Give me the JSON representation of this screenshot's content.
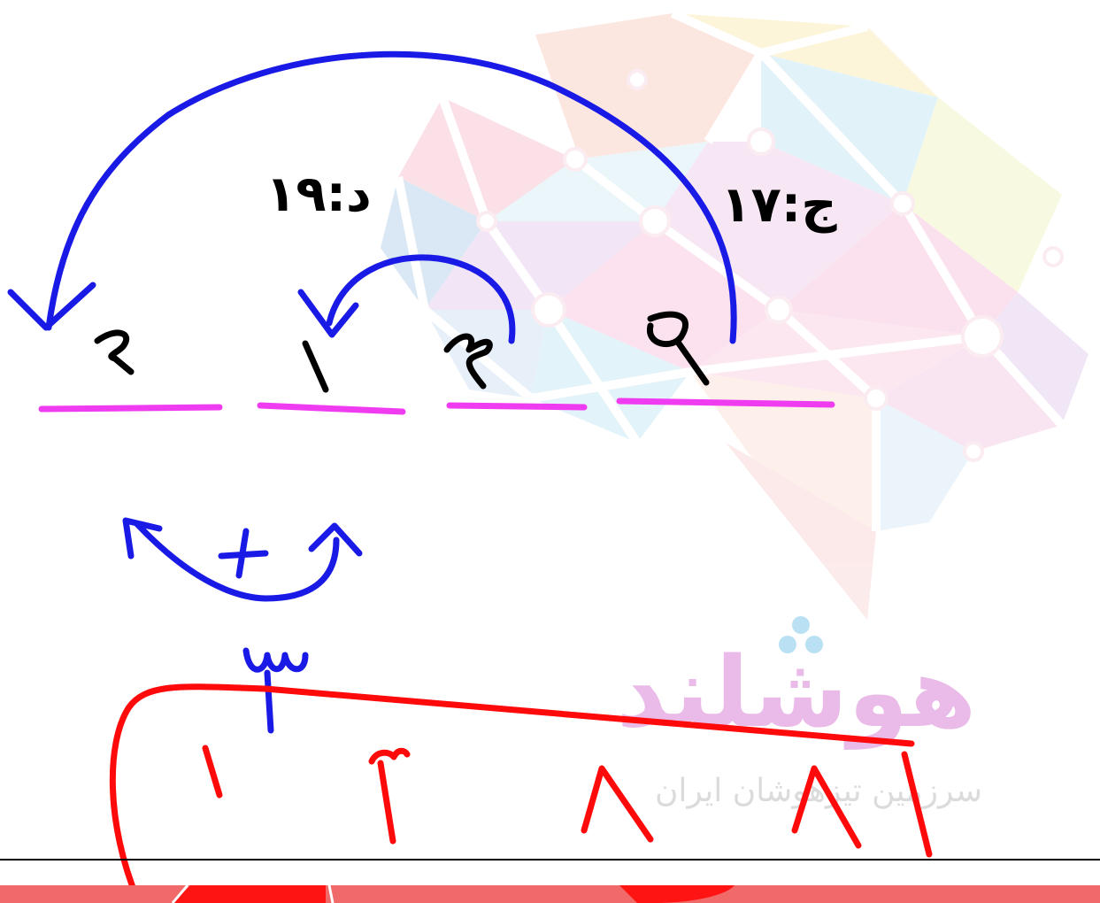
{
  "labels": {
    "left": "د:۱۹",
    "right": "ج:۱۷"
  },
  "digits_top": [
    "۲",
    "۱",
    "۴",
    "۹"
  ],
  "operator": "+",
  "carry": "۳",
  "digits_bottom": [
    "۱",
    "۲",
    "۸",
    "۸"
  ],
  "watermark": {
    "brand": "هوشلند",
    "tagline": "سرزمین تیزهوشان ایران"
  },
  "colors": {
    "ink_blue": "#1a1ae6",
    "ink_pink": "#f03cf0",
    "ink_red": "#ff0a0a",
    "ink_black": "#000000",
    "footer_bar": "#f06a6a"
  }
}
